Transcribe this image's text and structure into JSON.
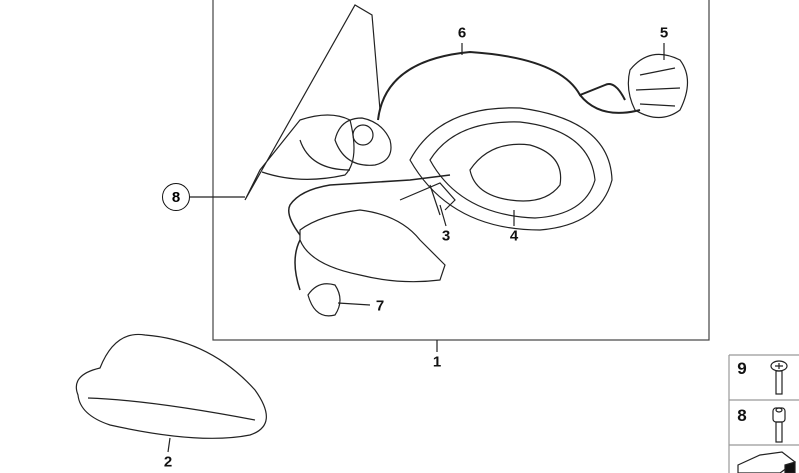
{
  "callouts": {
    "p1": "1",
    "p2": "2",
    "p3": "3",
    "p4": "4",
    "p5": "5",
    "p6": "6",
    "p7": "7",
    "p8": "8"
  },
  "side_panel": {
    "rows": [
      {
        "number": "9",
        "icon": "phillips-screw-icon"
      },
      {
        "number": "8",
        "icon": "hex-socket-screw-icon"
      },
      {
        "number": "",
        "icon": "wedge-part-icon"
      }
    ]
  }
}
